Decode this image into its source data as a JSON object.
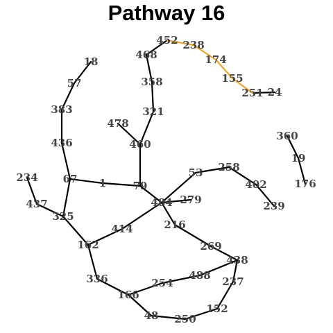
{
  "title": "Pathway 16",
  "colors": {
    "edge": "#000000",
    "highlight": "#f5a623",
    "label": "#444444"
  },
  "nodes": [
    "18",
    "57",
    "383",
    "436",
    "67",
    "234",
    "437",
    "325",
    "162",
    "336",
    "166",
    "48",
    "250",
    "152",
    "237",
    "438",
    "488",
    "254",
    "269",
    "216",
    "484",
    "279",
    "414",
    "1",
    "79",
    "460",
    "478",
    "321",
    "358",
    "468",
    "452",
    "238",
    "174",
    "155",
    "251",
    "24",
    "53",
    "258",
    "402",
    "239",
    "360",
    "19",
    "176"
  ],
  "edges": [
    [
      "18",
      "57"
    ],
    [
      "57",
      "383"
    ],
    [
      "383",
      "436"
    ],
    [
      "436",
      "67"
    ],
    [
      "67",
      "325"
    ],
    [
      "234",
      "437"
    ],
    [
      "437",
      "325"
    ],
    [
      "325",
      "162"
    ],
    [
      "162",
      "336"
    ],
    [
      "336",
      "166"
    ],
    [
      "166",
      "48"
    ],
    [
      "48",
      "250"
    ],
    [
      "250",
      "152"
    ],
    [
      "152",
      "237"
    ],
    [
      "237",
      "438"
    ],
    [
      "438",
      "269"
    ],
    [
      "269",
      "216"
    ],
    [
      "216",
      "484"
    ],
    [
      "438",
      "488"
    ],
    [
      "488",
      "254"
    ],
    [
      "254",
      "166"
    ],
    [
      "162",
      "414"
    ],
    [
      "414",
      "484"
    ],
    [
      "484",
      "279"
    ],
    [
      "484",
      "79"
    ],
    [
      "484",
      "53"
    ],
    [
      "53",
      "258"
    ],
    [
      "258",
      "402"
    ],
    [
      "402",
      "239"
    ],
    [
      "67",
      "1"
    ],
    [
      "1",
      "79"
    ],
    [
      "79",
      "460"
    ],
    [
      "460",
      "478"
    ],
    [
      "460",
      "321"
    ],
    [
      "321",
      "358"
    ],
    [
      "358",
      "468"
    ],
    [
      "468",
      "452"
    ],
    [
      "360",
      "19"
    ],
    [
      "19",
      "176"
    ]
  ],
  "highlighted_edges": [
    [
      "452",
      "238"
    ],
    [
      "238",
      "174"
    ],
    [
      "174",
      "155"
    ],
    [
      "155",
      "251"
    ]
  ],
  "plain_edges_extra": [
    [
      "251",
      "24"
    ]
  ]
}
